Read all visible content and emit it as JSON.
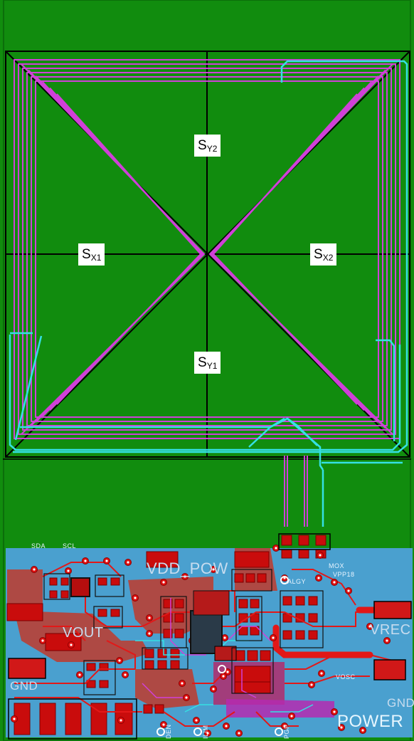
{
  "sensor_labels": {
    "sy2": {
      "main": "S",
      "sub": "Y2"
    },
    "sx1": {
      "main": "S",
      "sub": "X1"
    },
    "sx2": {
      "main": "S",
      "sub": "X2"
    },
    "sy1": {
      "main": "S",
      "sub": "Y1"
    }
  },
  "silkscreen": {
    "sda": "SDA",
    "scl": "SCL",
    "vdd_pow": "VDD_POW",
    "vout": "VOUT",
    "vrec": "VREC",
    "gnd_left": "GND",
    "gnd_right": "GND",
    "power": "POWER",
    "algy": "ALGY",
    "vpp18": "VPP18",
    "mox": "MOX",
    "vosc": "VOSC",
    "den": "DEN",
    "ilim": "ILIM",
    "pgp": "PGP"
  },
  "colors": {
    "ground_pour": "#118c0e",
    "border": "#0b6e0a",
    "coil": "#d040d8",
    "trace_cyan": "#35e0e4",
    "board_blue": "#4aa0cf",
    "copper_red": "#d81414",
    "pad_red": "#c90c0c",
    "silk_white": "#ffffff",
    "black_line": "#000000"
  }
}
